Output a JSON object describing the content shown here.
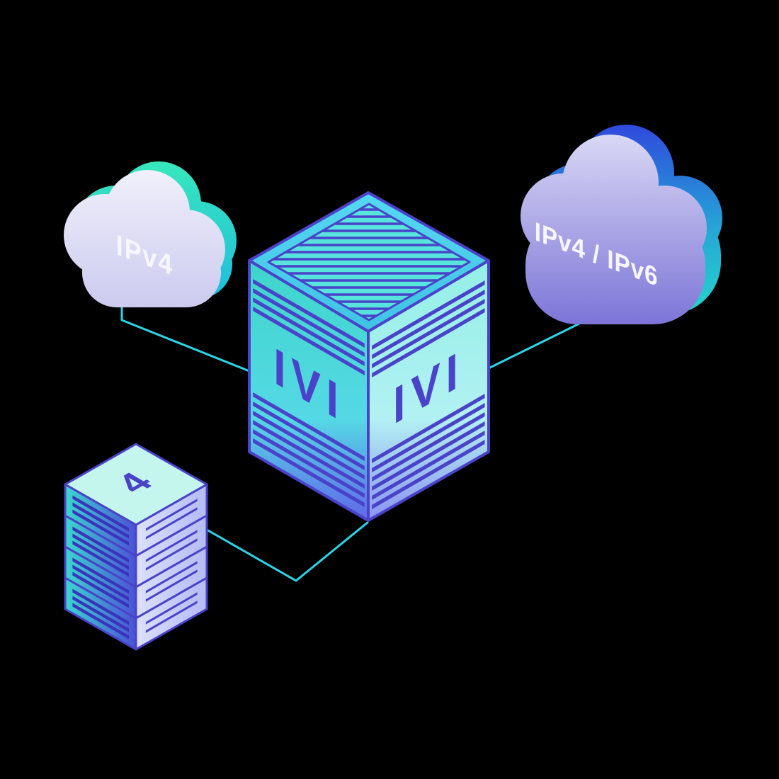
{
  "scene": {
    "background": "#000000",
    "description": "Isometric network illustration: an IVI translator box connecting an IPv4 cloud, a dual-stack IPv4/IPv6 cloud and an IPv4 server rack"
  },
  "nodes": {
    "ipv4_cloud": {
      "type": "cloud",
      "label": "IPv4"
    },
    "dual_stack_cloud": {
      "type": "cloud",
      "label": "IPv4 / IPv6"
    },
    "ivi_box": {
      "type": "isometric-box",
      "left_face_label": "IVI",
      "right_face_label": "IVI"
    },
    "server_stack": {
      "type": "server-rack",
      "top_label": "4",
      "unit_count": 4
    }
  },
  "links": [
    {
      "from": "ipv4_cloud",
      "to": "ivi_box"
    },
    {
      "from": "dual_stack_cloud",
      "to": "ivi_box"
    },
    {
      "from": "server_stack",
      "to": "ivi_box"
    }
  ],
  "colors": {
    "background": "#000000",
    "connector_line": "#2BD5E8",
    "outline_purple": "#4A43C9",
    "teal_accent": "#27E0C2",
    "blue_accent": "#2F49DD",
    "cloud_light": "#E9E8F9",
    "cloud_purple": "#7E76D7",
    "box_teal": "#3FD5CB",
    "box_light_teal": "#A5F0EC"
  }
}
